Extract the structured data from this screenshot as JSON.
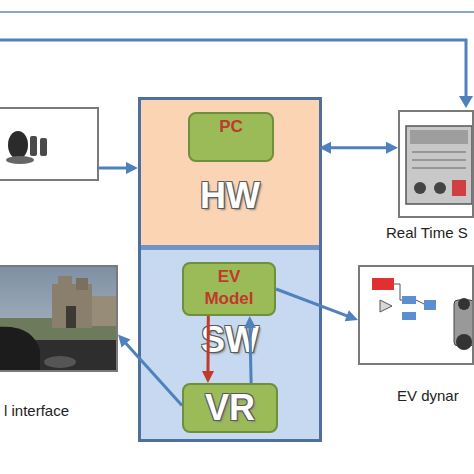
{
  "diagram": {
    "nodes": [
      {
        "text": [
          "HW"
        ]
      },
      {
        "text": [
          "PC"
        ],
        "in": 0
      },
      {
        "text": [
          "Real Time S"
        ]
      },
      {
        "text": [
          "l interface"
        ]
      },
      {
        "text": [
          "SW"
        ]
      },
      {
        "text": [
          "EV Model"
        ],
        "in": 4
      },
      {
        "text": [
          "EV dynar"
        ]
      },
      {
        "text": [
          "VR"
        ],
        "in": 4
      }
    ],
    "edges": [
      {
        "from": 0,
        "to": 2,
        "arrow": "both"
      },
      {
        "from": 5,
        "to": 6,
        "arrow": "to"
      },
      {
        "from": 5,
        "to": 7,
        "arrow": "to"
      },
      {
        "from": 7,
        "to": 5,
        "arrow": "to"
      },
      {
        "from": 7,
        "to": 3,
        "arrow": "to"
      }
    ]
  }
}
